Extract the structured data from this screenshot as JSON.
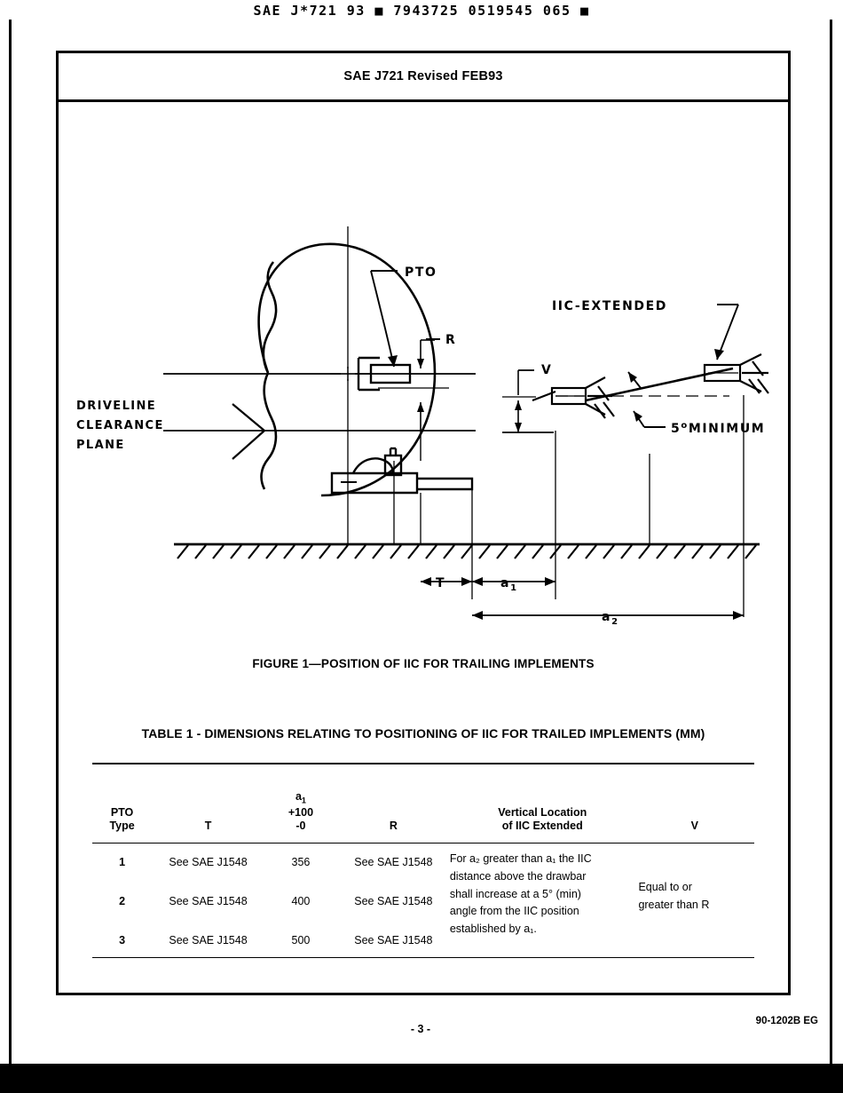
{
  "ocr_header": {
    "text": "SAE J*721 93 ■ 7943725 0519545 065 ■"
  },
  "document": {
    "header_title": "SAE J721 Revised FEB93"
  },
  "figure": {
    "caption": "FIGURE 1—POSITION OF IIC FOR TRAILING IMPLEMENTS",
    "labels": {
      "pto": "PTO",
      "r": "R",
      "v": "V",
      "iic_extended": "IIC-EXTENDED",
      "min_angle": "5°MINIMUM",
      "driveline_1": "DRIVELINE",
      "driveline_2": "CLEARANCE",
      "driveline_3": "PLANE",
      "dim_t": "T",
      "dim_a1_base": "a",
      "dim_a1_sub": "1",
      "dim_a2_base": "a",
      "dim_a2_sub": "2"
    }
  },
  "table": {
    "title": "TABLE 1 - DIMENSIONS RELATING TO POSITIONING OF IIC FOR TRAILED IMPLEMENTS (MM)",
    "headers": {
      "pto_type_line1": "PTO",
      "pto_type_line2": "Type",
      "t": "T",
      "a1_base": "a",
      "a1_sub": "1",
      "a1_plus": "+100",
      "a1_minus": "-0",
      "r": "R",
      "vertical_line1": "Vertical Location",
      "vertical_line2": "of IIC Extended",
      "v": "V"
    },
    "rows": [
      {
        "pto_type": "1",
        "t": "See SAE J1548",
        "a1": "356",
        "r": "See SAE J1548"
      },
      {
        "pto_type": "2",
        "t": "See SAE J1548",
        "a1": "400",
        "r": "See SAE J1548"
      },
      {
        "pto_type": "3",
        "t": "See SAE J1548",
        "a1": "500",
        "r": "See SAE J1548"
      }
    ],
    "note_lines": [
      "For a₂ greater than a₁ the IIC",
      "distance above the drawbar",
      "shall increase at a 5° (min)",
      "angle from the IIC position",
      "established by a₁."
    ],
    "v_lines": [
      "Equal to or",
      "greater than R"
    ]
  },
  "footer": {
    "page_number": "- 3 -",
    "doc_code": "90-1202B EG"
  },
  "colors": {
    "ink": "#000000",
    "paper": "#ffffff"
  }
}
